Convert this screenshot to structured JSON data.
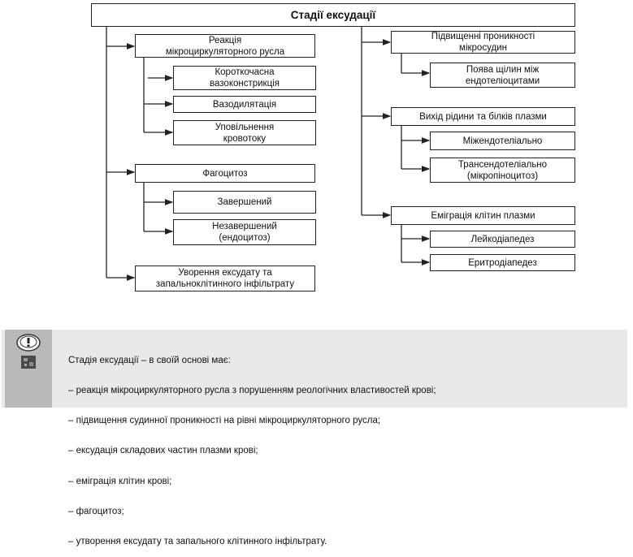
{
  "diagram": {
    "title": "Стадії ексудації",
    "left_branches": [
      {
        "label": "Реакція\nмікроциркуляторного русла",
        "children": [
          "Короткочасна\nвазоконстрикція",
          "Вазодилятація",
          "Уповільнення\nкровотоку"
        ]
      },
      {
        "label": "Фагоцитоз",
        "children": [
          "Завершений",
          "Незавершений\n(ендоцитоз)"
        ]
      },
      {
        "label": "Уворення ексудату та\nзапальноклітинного інфільтрату",
        "children": []
      }
    ],
    "right_branches": [
      {
        "label": "Підвищенні проникності\nмікросудин",
        "children": [
          "Поява щілин між\nендотеліоцитами"
        ]
      },
      {
        "label": "Вихід рідини та білків плазми",
        "children": [
          "Міжендотеліально",
          "Трансендотеліально\n(мікропіноцитоз)"
        ]
      },
      {
        "label": "Еміграція клітин плазми",
        "children": [
          "Лейкодіапедез",
          "Еритродіапедез"
        ]
      }
    ]
  },
  "note": {
    "icon": "exclamation-icon",
    "badge": "stamp-icon",
    "intro": "Стадія ексудації – в своїй основі має:",
    "items": [
      "– реакція мікроциркуляторного русла з порушенням реологічних властивостей крові;",
      "– підвищення судинної проникності на рівні мікроциркуляторного русла;",
      "– ексудація складових частин плазми крові;",
      "– еміграція клітин крові;",
      "– фагоцитоз;",
      "– утворення ексудату та запального клітинного інфільтрату."
    ]
  }
}
